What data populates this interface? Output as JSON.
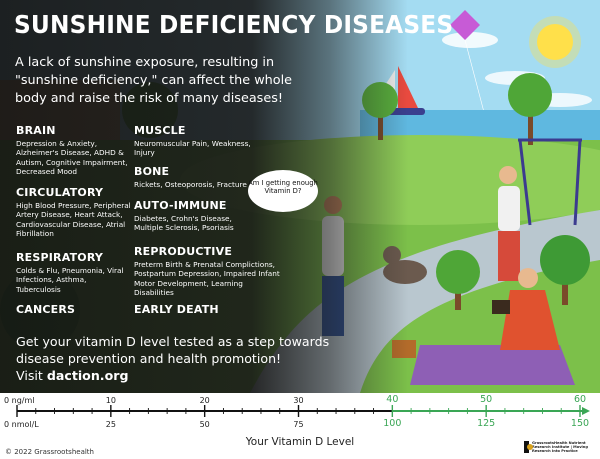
{
  "title": "SUNSHINE DEFICIENCY DISEASES",
  "intro": "A lack of sunshine exposure, resulting in \"sunshine deficiency,\" can affect the whole body and raise the risk of many diseases!",
  "categories": {
    "brain": {
      "heading": "BRAIN",
      "desc": "Depression & Anxiety, Alzheimer's Disease, ADHD & Autism, Cognitive Impairment, Decreased Mood"
    },
    "circulatory": {
      "heading": "CIRCULATORY",
      "desc": "High Blood Pressure, Peripheral Artery Disease, Heart Attack, Cardiovascular Disease, Atrial Fibrillation"
    },
    "respiratory": {
      "heading": "RESPIRATORY",
      "desc": "Colds & Flu, Pneumonia, Viral Infections, Asthma, Tuberculosis"
    },
    "cancers": {
      "heading": "CANCERS",
      "desc": ""
    },
    "muscle": {
      "heading": "MUSCLE",
      "desc": "Neuromuscular Pain, Weakness, Injury"
    },
    "bone": {
      "heading": "BONE",
      "desc": "Rickets, Osteoporosis, Fracture"
    },
    "autoimmune": {
      "heading": "AUTO-IMMUNE",
      "desc": "Diabetes, Crohn's Disease, Multiple Sclerosis, Psoriasis"
    },
    "reproductive": {
      "heading": "REPRODUCTIVE",
      "desc": "Preterm Birth & Prenatal Complictions, Postpartum Depression, Impaired Infant Motor Development, Learning Disabilities"
    },
    "early_death": {
      "heading": "EARLY DEATH",
      "desc": ""
    }
  },
  "speech_bubble": "Am I getting enough Vitamin D?",
  "cta": "Get your vitamin D level tested as a step towards disease prevention and health promotion!",
  "visit_prefix": "Visit",
  "visit_link": "daction.org",
  "scale": {
    "title": "Your Vitamin D Level",
    "top_unit": "0 ng/ml",
    "bottom_unit": "0 nmol/L",
    "ng_ticks": [
      "10",
      "20",
      "30",
      "40",
      "50",
      "60"
    ],
    "nmol_ticks": [
      "25",
      "50",
      "75",
      "100",
      "125",
      "150"
    ],
    "colors": {
      "deficient": "#111111",
      "sufficient": "#3aa655"
    }
  },
  "copyright": "© 2022 Grassrootshealth",
  "logo_text": "GrassrootsHealth Nutrient Research Institute | Moving Research Into Practice",
  "palette": {
    "sky": "#8fd3ef",
    "grass": "#7cc04a",
    "path": "#b9c7cf",
    "sun": "#ffe04a"
  }
}
